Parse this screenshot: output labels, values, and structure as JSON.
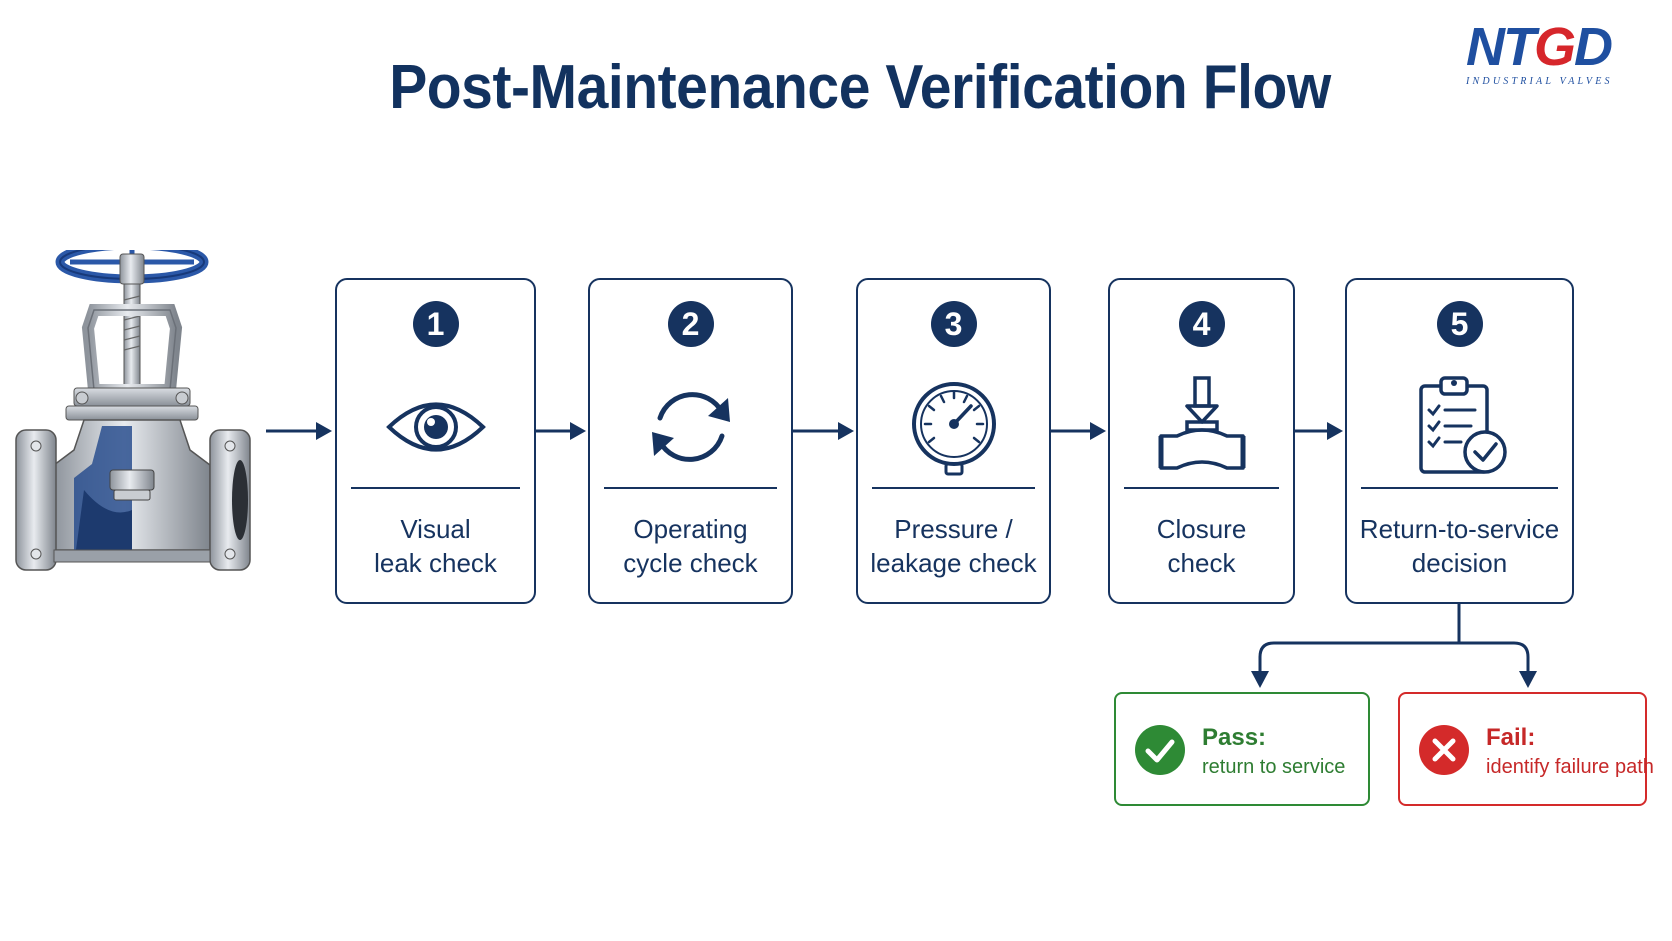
{
  "title": "Post-Maintenance Verification Flow",
  "logo": {
    "mark_left": "NT",
    "mark_mid": "G",
    "mark_right": "D",
    "subtitle": "INDUSTRIAL VALVES"
  },
  "steps": [
    {
      "number": "1",
      "line1": "Visual",
      "line2": "leak check",
      "icon": "eye-icon"
    },
    {
      "number": "2",
      "line1": "Operating",
      "line2": "cycle check",
      "icon": "cycle-arrows-icon"
    },
    {
      "number": "3",
      "line1": "Pressure /",
      "line2": "leakage check",
      "icon": "pressure-gauge-icon"
    },
    {
      "number": "4",
      "line1": "Closure",
      "line2": "check",
      "icon": "valve-closure-icon"
    },
    {
      "number": "5",
      "line1": "Return-to-service",
      "line2": "decision",
      "icon": "clipboard-check-icon"
    }
  ],
  "outcomes": {
    "pass": {
      "title": "Pass:",
      "text": "return to service",
      "icon": "check-circle-icon",
      "color": "#2e8a35"
    },
    "fail": {
      "title": "Fail:",
      "text": "identify failure path",
      "icon": "x-circle-icon",
      "color": "#d42a2a"
    }
  },
  "colors": {
    "navy": "#16335f",
    "title": "#12325f",
    "logo_blue": "#1f4fa0",
    "logo_red": "#d6262b"
  }
}
